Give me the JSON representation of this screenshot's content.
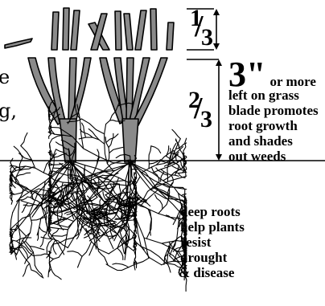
{
  "fraction_top": {
    "numerator": "1",
    "denominator": "3"
  },
  "fraction_bottom": {
    "numerator": "2",
    "denominator": "3"
  },
  "height_label": {
    "big": "3\"",
    "small": "or more",
    "lines": [
      "left on grass",
      "blade promotes",
      "root growth",
      "and shades",
      "out weeds"
    ]
  },
  "roots_label": {
    "lines": [
      "deep roots",
      "help plants",
      "resist",
      "drought",
      "& disease"
    ]
  },
  "cropped_text": [
    "e",
    "g,"
  ],
  "colors": {
    "blade": "#8a8a8a",
    "ink": "#000000",
    "background": "#ffffff"
  }
}
